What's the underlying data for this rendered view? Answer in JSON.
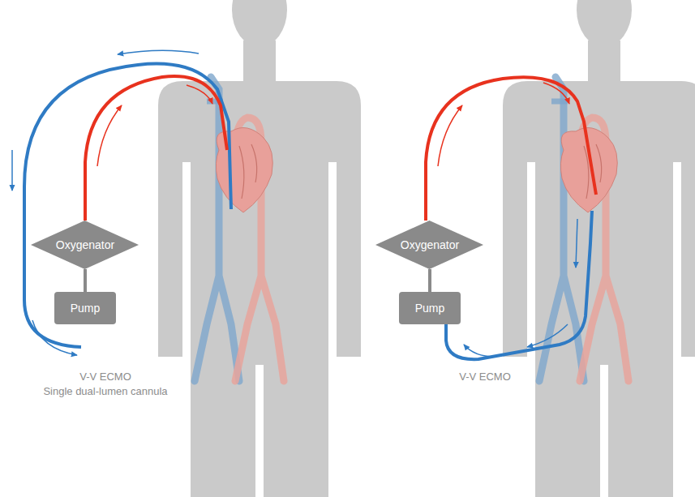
{
  "diagram": {
    "nodes": [
      {
        "text": [
          "Oxygenator"
        ]
      },
      {
        "text": [
          "Pump"
        ]
      },
      {
        "text": [
          "Oxygenator"
        ]
      },
      {
        "text": [
          "Pump"
        ]
      }
    ],
    "edges": [
      {
        "from": 0,
        "to": 1,
        "arrow": "none"
      },
      {
        "from": 2,
        "to": 3,
        "arrow": "none"
      }
    ],
    "labels": [
      "V-V ECMO",
      "Single dual-lumen cannula",
      "V-V ECMO"
    ]
  }
}
